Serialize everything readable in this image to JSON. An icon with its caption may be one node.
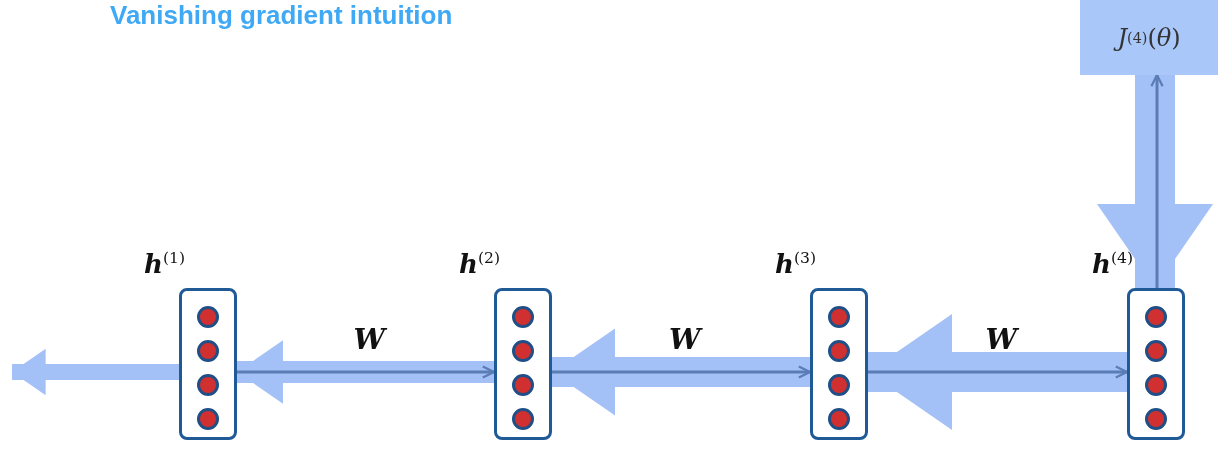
{
  "diagram": {
    "title": "Vanishing gradient intuition",
    "nodes": [
      {
        "text": [
          "**h**$^{(1)}$"
        ]
      },
      {
        "text": [
          "**h**$^{(2)}$"
        ]
      },
      {
        "text": [
          "**h**$^{(3)}$"
        ]
      },
      {
        "text": [
          "**h**$^{(4)}$"
        ]
      },
      {
        "text": [
          "*J*$^{(4)}$(*θ*)"
        ]
      }
    ],
    "edges": [
      {
        "from": 0,
        "to": 1,
        "arrow": "to",
        "label": "W"
      },
      {
        "from": 1,
        "to": 2,
        "arrow": "to",
        "label": "W"
      },
      {
        "from": 2,
        "to": 3,
        "arrow": "to",
        "label": "W"
      },
      {
        "from": 3,
        "to": 4,
        "arrow": "to"
      },
      {
        "from": 4,
        "to": 3,
        "arrow": "to",
        "style": "thick",
        "color": "#a3c1f7"
      },
      {
        "from": 3,
        "to": 2,
        "arrow": "to",
        "style": "thick",
        "color": "#a3c1f7"
      },
      {
        "from": 2,
        "to": 1,
        "arrow": "to",
        "style": "thick",
        "color": "#a3c1f7"
      },
      {
        "from": 1,
        "to": 0,
        "arrow": "to",
        "color": "#a3c1f7"
      },
      {
        "from": 0,
        "to": null,
        "arrow": "to",
        "color": "#a3c1f7"
      }
    ]
  }
}
